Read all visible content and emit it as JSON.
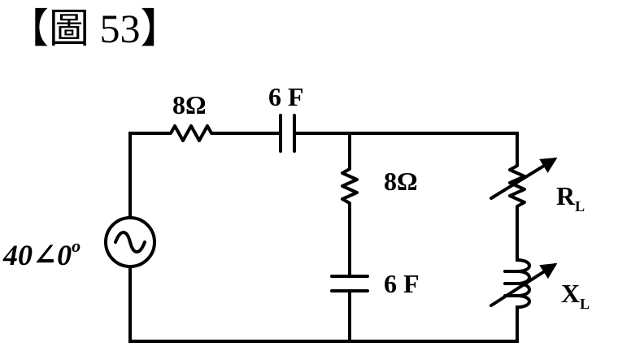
{
  "figure": {
    "title": "【圖 53】"
  },
  "source": {
    "value": "40∠0",
    "superscript": "o"
  },
  "components": {
    "series_resistor": "8Ω",
    "series_capacitor": "6 F",
    "shunt_resistor": "8Ω",
    "shunt_capacitor": "6 F",
    "load_resistor_main": "R",
    "load_resistor_sub": "L",
    "load_reactance_main": "X",
    "load_reactance_sub": "L"
  },
  "colors": {
    "ink": "#000000",
    "background": "#ffffff"
  }
}
